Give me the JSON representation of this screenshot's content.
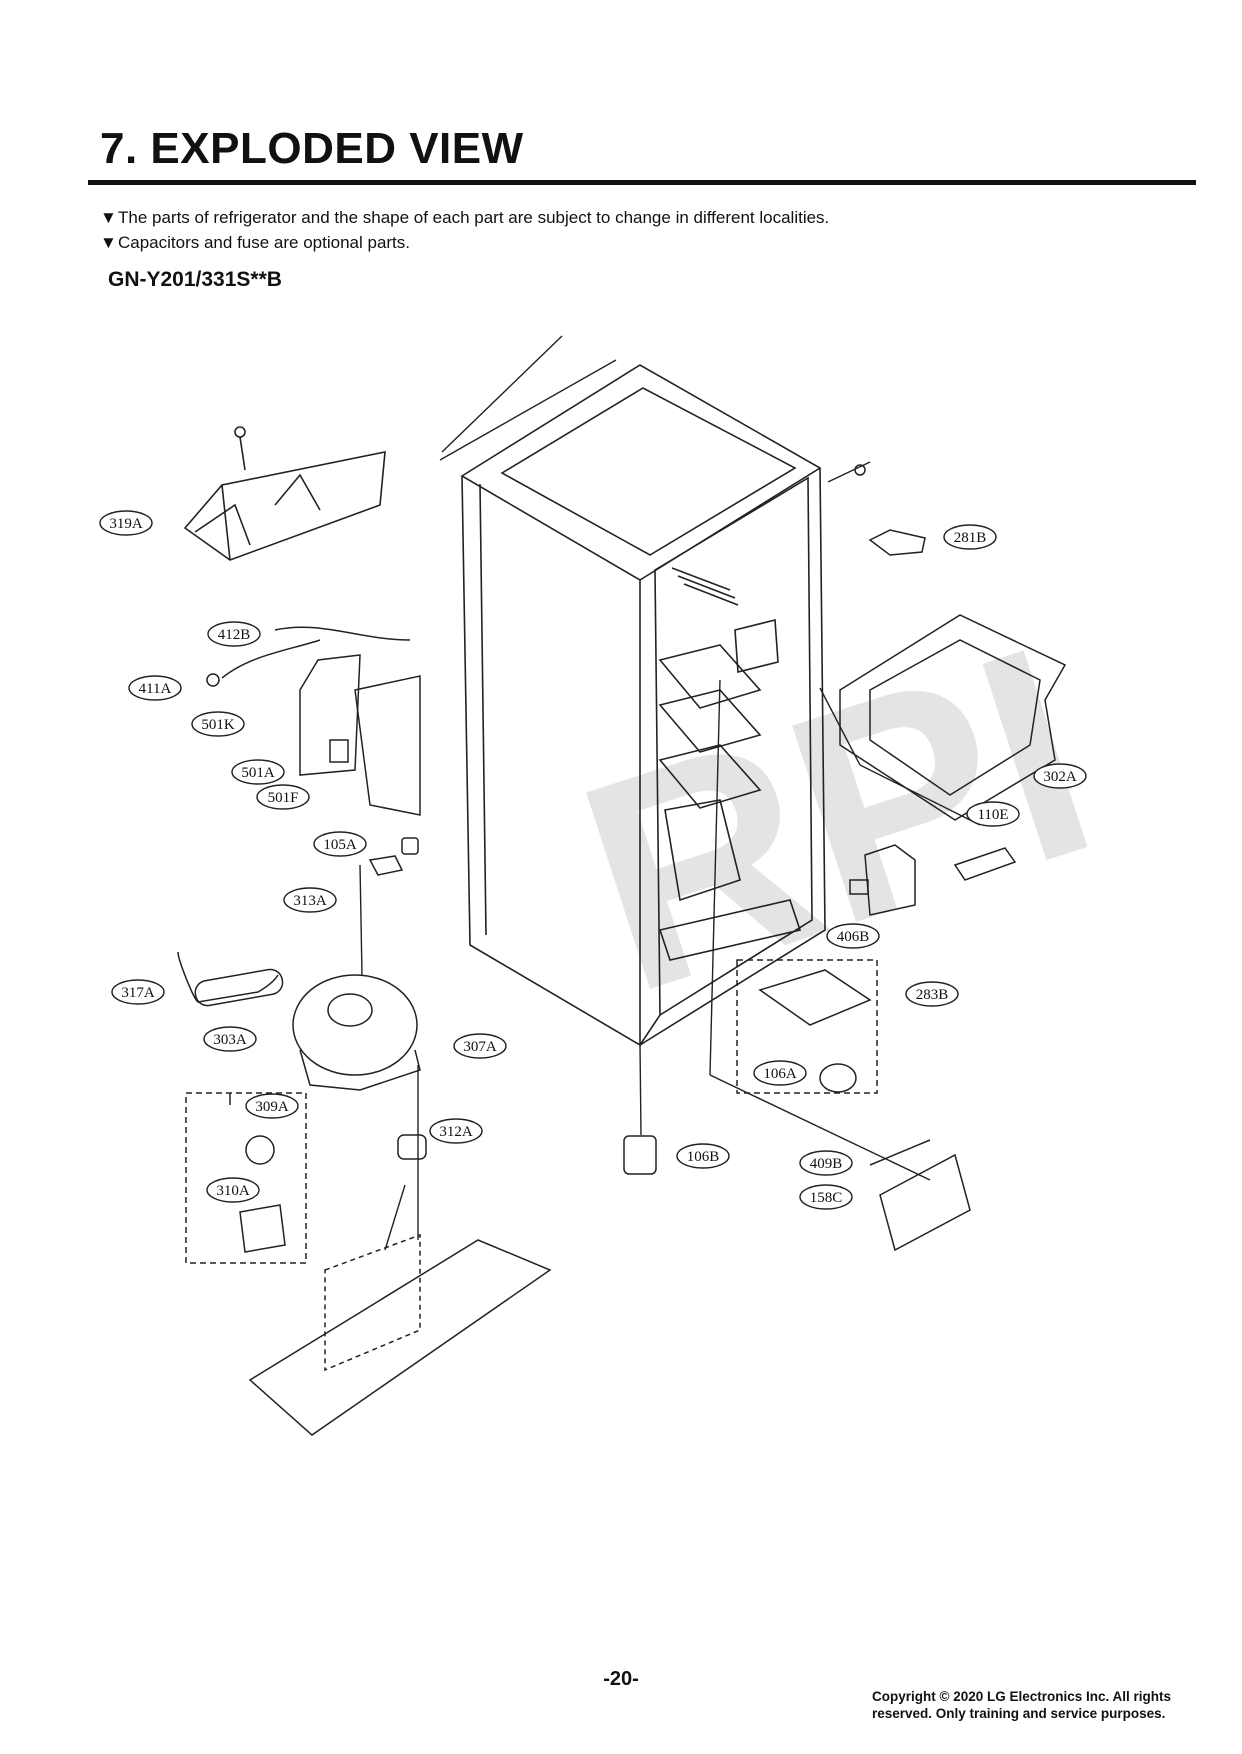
{
  "page": {
    "title": "7. EXPLODED VIEW",
    "notes": [
      "The parts of refrigerator and the shape of each part are subject to change in different localities.",
      "Capacitors and fuse are optional parts."
    ],
    "note_marker": "▼",
    "model": "GN-Y201/331S**B",
    "watermark": "RPI",
    "page_number": "-20-",
    "copyright_line1": "Copyright © 2020 LG Electronics Inc. All rights",
    "copyright_line2": "reserved. Only training and service purposes."
  },
  "parts": {
    "p319A": "319A",
    "p412B": "412B",
    "p411A": "411A",
    "p501K": "501K",
    "p501A": "501A",
    "p501F": "501F",
    "p105A": "105A",
    "p313A": "313A",
    "p317A": "317A",
    "p303A": "303A",
    "p309A": "309A",
    "p310A": "310A",
    "p307A": "307A",
    "p312A": "312A",
    "p106B": "106B",
    "p281B": "281B",
    "p302A": "302A",
    "p110E": "110E",
    "p406B": "406B",
    "p283B": "283B",
    "p106A": "106A",
    "p409B": "409B",
    "p158C": "158C"
  }
}
